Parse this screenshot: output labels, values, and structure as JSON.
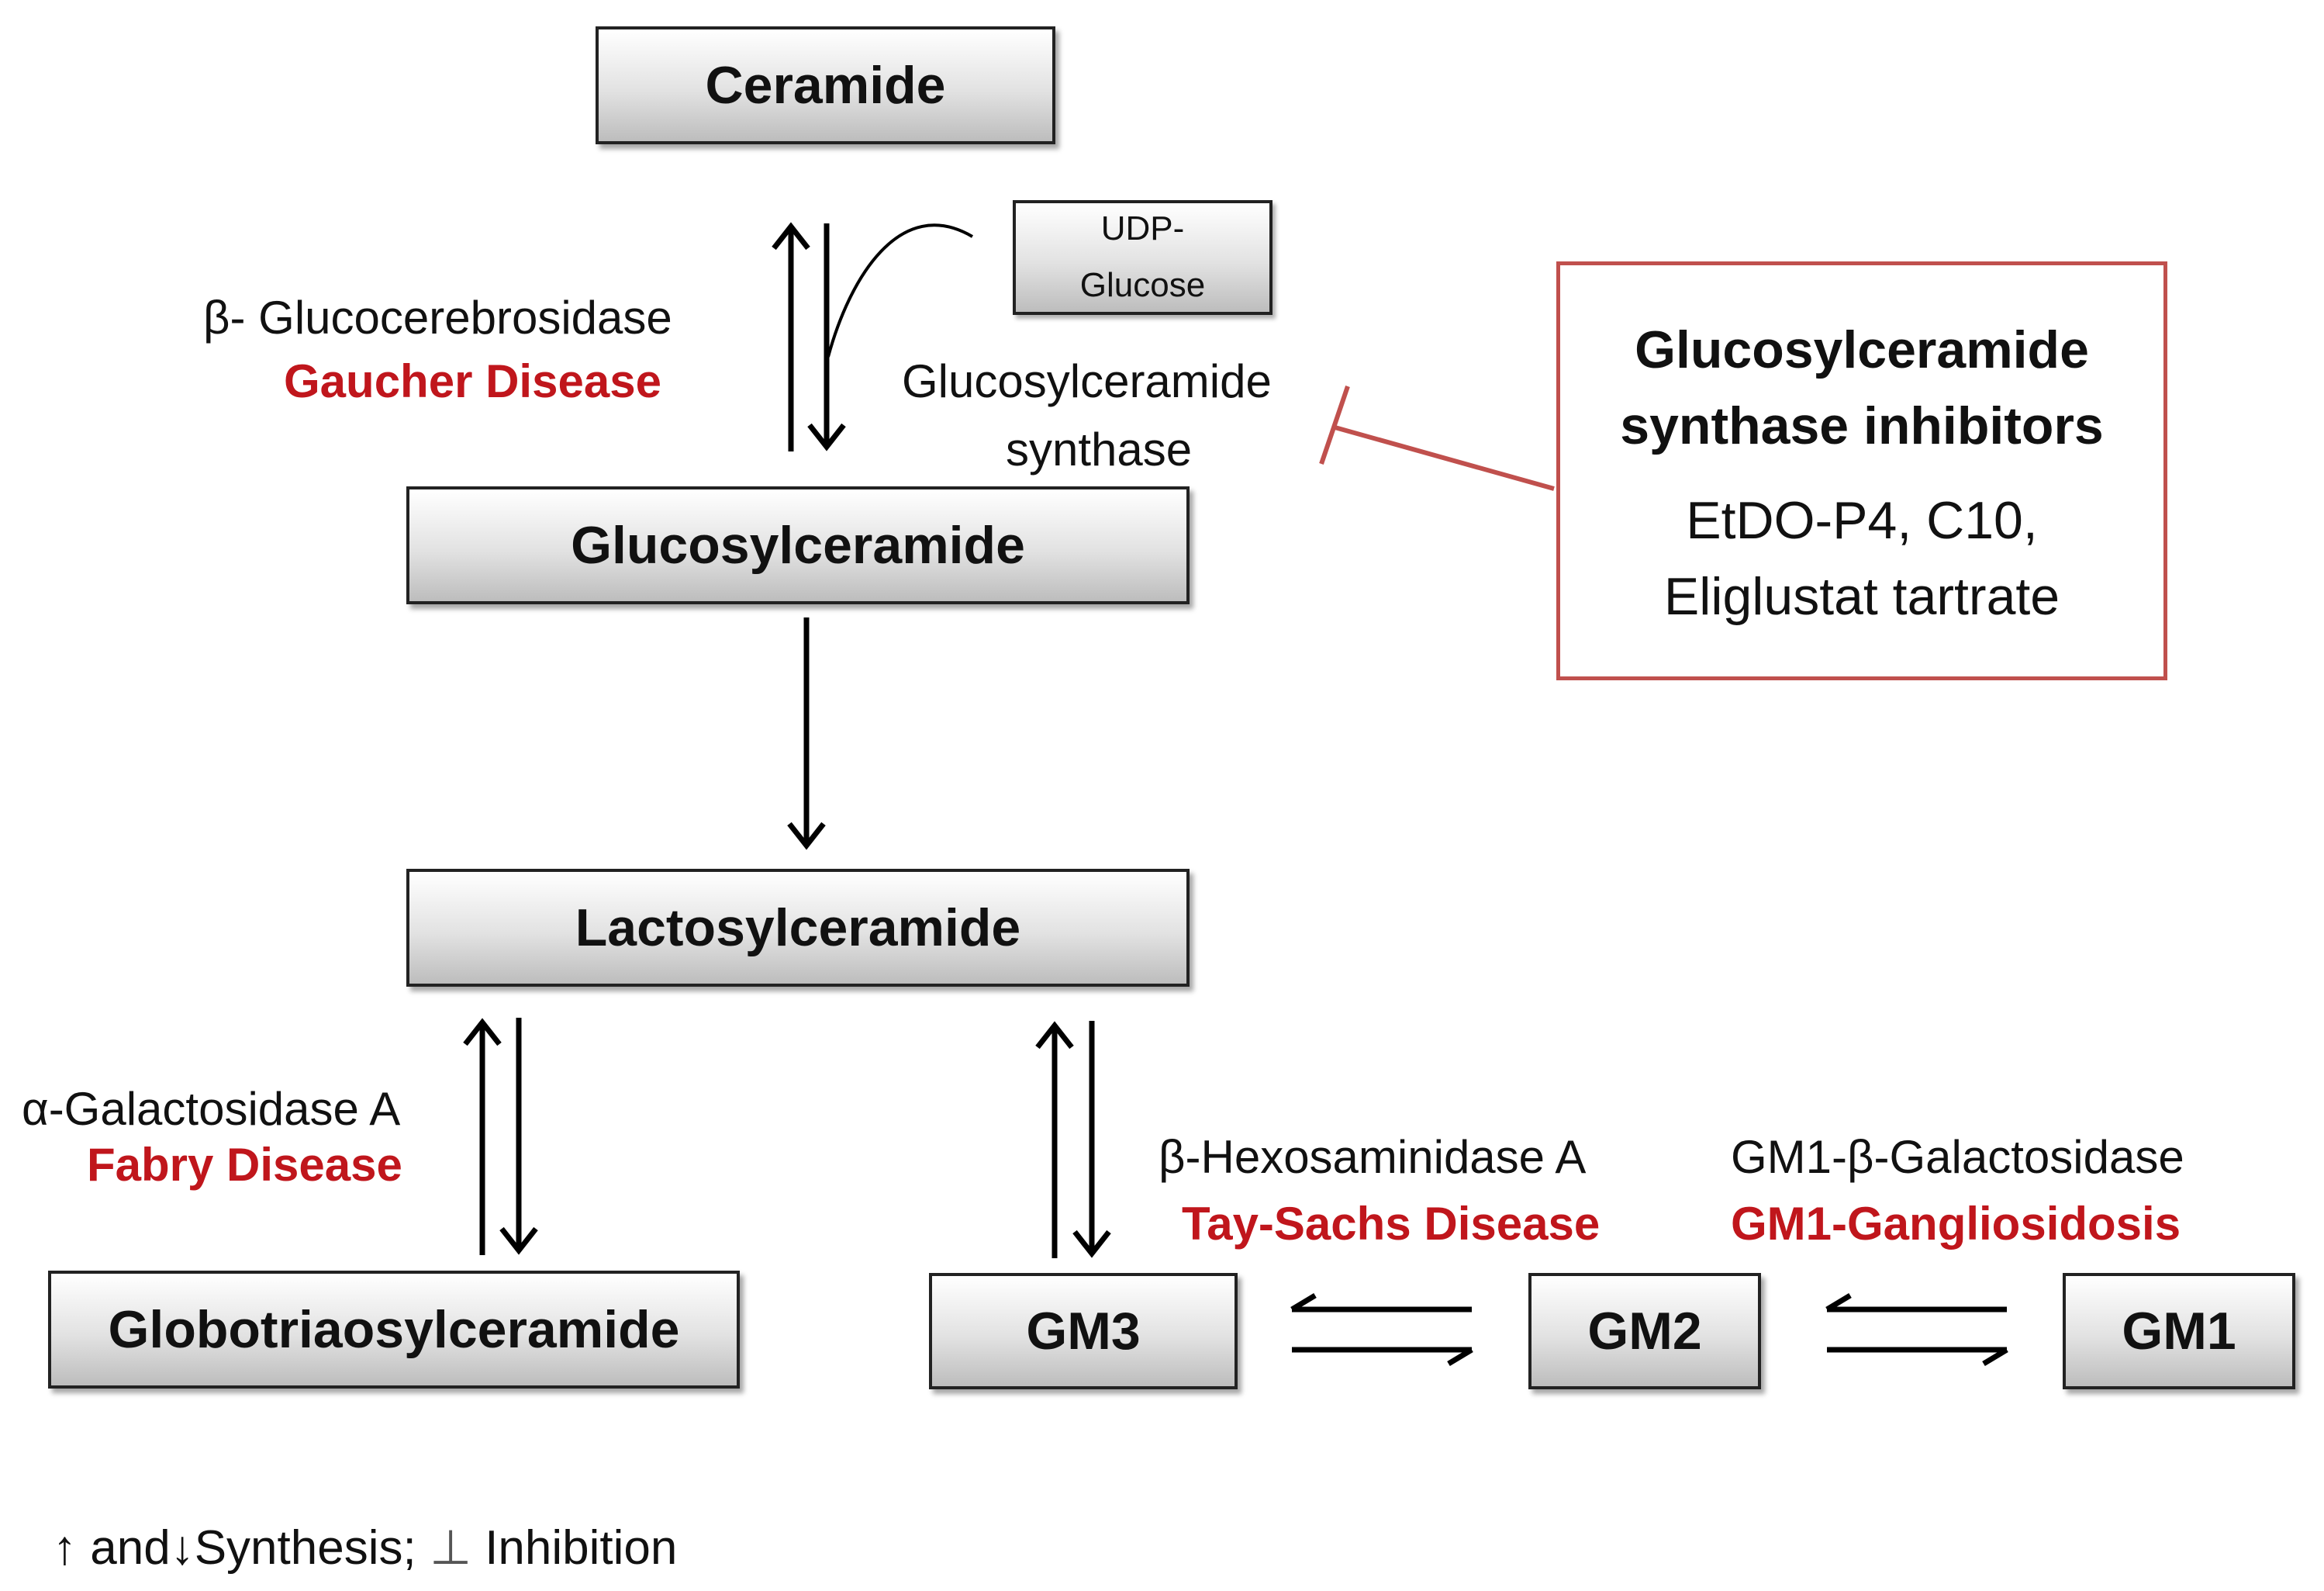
{
  "nodes": {
    "ceramide": "Ceramide",
    "udp_glucose_line1": "UDP-",
    "udp_glucose_line2": "Glucose",
    "glucosylceramide": "Glucosylceramide",
    "lactosylceramide": "Lactosylceramide",
    "globotriaosylceramide": "Globotriaosylceramide",
    "gm3": "GM3",
    "gm2": "GM2",
    "gm1": "GM1"
  },
  "enzymes": {
    "glucocerebrosidase": "β- Glucocerebrosidase",
    "gaucher": "Gaucher Disease",
    "gcs_line1": "Glucosylceramide",
    "gcs_line2": "synthase",
    "galactosidase_a": "α-Galactosidase A",
    "fabry": "Fabry Disease",
    "hexosaminidase_a": "β-Hexosaminidase A",
    "tay_sachs": "Tay-Sachs Disease",
    "gm1_galactosidase": "GM1-β-Galactosidase",
    "gm1_gangliosidosis": "GM1-Gangliosidosis"
  },
  "inhibitors": {
    "title_line1": "Glucosylceramide",
    "title_line2": "synthase inhibitors",
    "list_line1": "EtDO-P4, C10,",
    "list_line2": "Eliglustat tartrate"
  },
  "legend": {
    "and_text": "and",
    "synthesis_text": "Synthesis;",
    "inhibition_symbol": "⊥",
    "inhibition_text": "Inhibition"
  },
  "colors": {
    "disease_red": "#c0161c",
    "inhibitor_border": "#c0504d",
    "arrow": "#000000"
  }
}
